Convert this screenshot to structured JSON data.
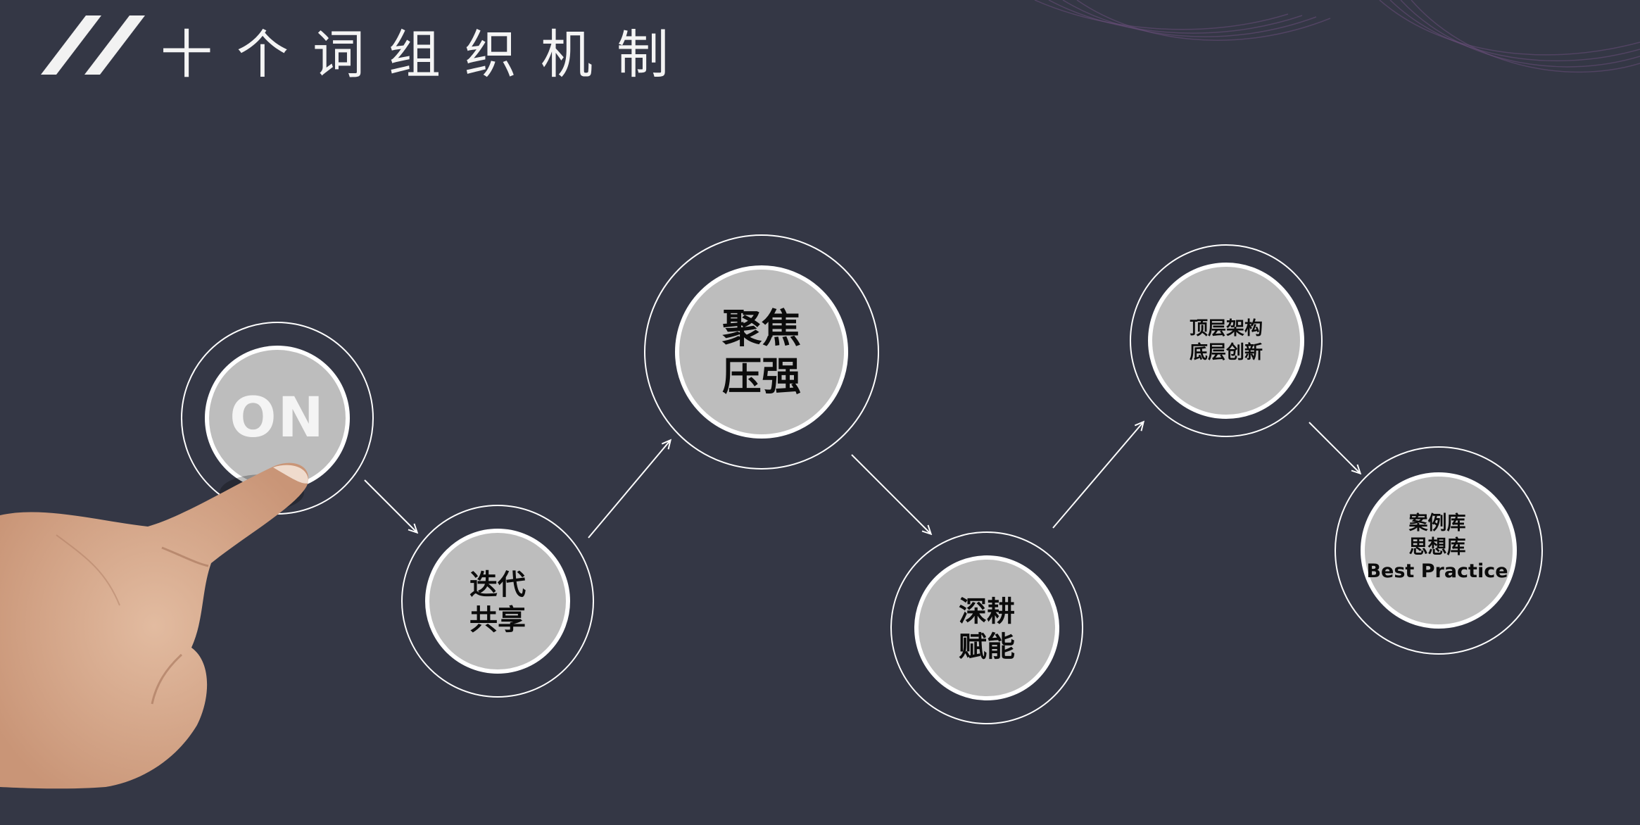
{
  "title": "十个词组织机制",
  "nodes": {
    "on": {
      "label": "ON"
    },
    "iterate": {
      "line1": "迭代",
      "line2": "共享"
    },
    "focus": {
      "line1": "聚焦",
      "line2": "压强"
    },
    "deepen": {
      "line1": "深耕",
      "line2": "赋能"
    },
    "architecture": {
      "line1": "顶层架构",
      "line2": "底层创新"
    },
    "library": {
      "line1": "案例库",
      "line2": "思想库",
      "line3": "Best Practice"
    }
  },
  "colors": {
    "background": "#343745",
    "circle_fill": "#bdbdbd",
    "ring": "#ffffff",
    "label": "#0b0b0b"
  }
}
